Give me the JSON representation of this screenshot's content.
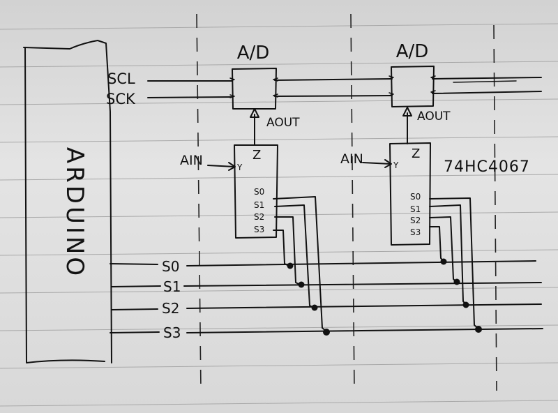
{
  "diagram": {
    "arduino_label": "ARDUINO",
    "adc_label": "A/D",
    "bus_labels": [
      "SCL",
      "SCK"
    ],
    "aout_label": "AOUT",
    "ain_label": "AIN",
    "y_pin": "Y",
    "z_pin": "Z",
    "select_pins": [
      "S0",
      "S1",
      "S2",
      "S3"
    ],
    "select_lines": [
      "S0",
      "S1",
      "S2",
      "S3"
    ],
    "chip_part": "74HC4067"
  }
}
